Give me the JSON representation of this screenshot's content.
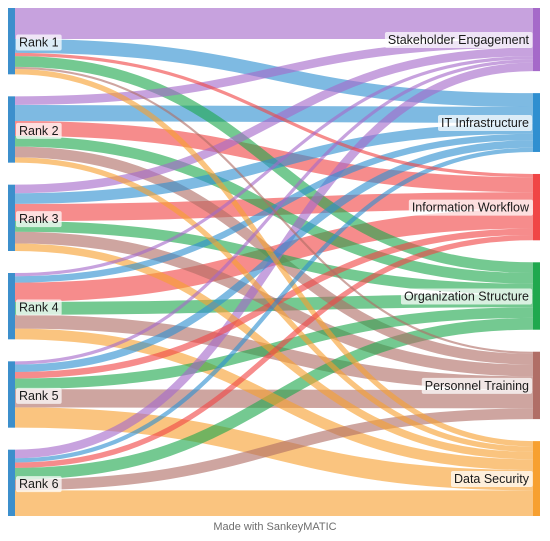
{
  "credit": "Made with SankeyMATIC",
  "chart_data": {
    "type": "sankey",
    "sources": [
      {
        "id": "r1",
        "label": "Rank 1"
      },
      {
        "id": "r2",
        "label": "Rank 2"
      },
      {
        "id": "r3",
        "label": "Rank 3"
      },
      {
        "id": "r4",
        "label": "Rank 4"
      },
      {
        "id": "r5",
        "label": "Rank 5"
      },
      {
        "id": "r6",
        "label": "Rank 6"
      }
    ],
    "targets": [
      {
        "id": "se",
        "label": "Stakeholder Engagement",
        "color": "#a569c9"
      },
      {
        "id": "it",
        "label": "IT Infrastructure",
        "color": "#2f8fd0"
      },
      {
        "id": "iw",
        "label": "Information Workflow",
        "color": "#f04545"
      },
      {
        "id": "os",
        "label": "Organization Structure",
        "color": "#1fa84e"
      },
      {
        "id": "pt",
        "label": "Personnel Training",
        "color": "#b06e66"
      },
      {
        "id": "ds",
        "label": "Data Security",
        "color": "#f7a030"
      }
    ],
    "source_node_color": "#3c8fcc",
    "flows": [
      {
        "from": "r1",
        "to": "se",
        "value": 29
      },
      {
        "from": "r1",
        "to": "it",
        "value": 13
      },
      {
        "from": "r1",
        "to": "iw",
        "value": 3
      },
      {
        "from": "r1",
        "to": "os",
        "value": 10
      },
      {
        "from": "r1",
        "to": "pt",
        "value": 2
      },
      {
        "from": "r1",
        "to": "ds",
        "value": 5
      },
      {
        "from": "r2",
        "to": "se",
        "value": 8
      },
      {
        "from": "r2",
        "to": "it",
        "value": 15
      },
      {
        "from": "r2",
        "to": "iw",
        "value": 14
      },
      {
        "from": "r2",
        "to": "os",
        "value": 10
      },
      {
        "from": "r2",
        "to": "pt",
        "value": 10
      },
      {
        "from": "r2",
        "to": "ds",
        "value": 5
      },
      {
        "from": "r3",
        "to": "se",
        "value": 8
      },
      {
        "from": "r3",
        "to": "it",
        "value": 10
      },
      {
        "from": "r3",
        "to": "iw",
        "value": 16
      },
      {
        "from": "r3",
        "to": "os",
        "value": 10
      },
      {
        "from": "r3",
        "to": "pt",
        "value": 11
      },
      {
        "from": "r3",
        "to": "ds",
        "value": 7
      },
      {
        "from": "r4",
        "to": "se",
        "value": 3
      },
      {
        "from": "r4",
        "to": "it",
        "value": 6
      },
      {
        "from": "r4",
        "to": "iw",
        "value": 18
      },
      {
        "from": "r4",
        "to": "os",
        "value": 12
      },
      {
        "from": "r4",
        "to": "pt",
        "value": 13
      },
      {
        "from": "r4",
        "to": "ds",
        "value": 10
      },
      {
        "from": "r5",
        "to": "se",
        "value": 3
      },
      {
        "from": "r5",
        "to": "it",
        "value": 7
      },
      {
        "from": "r5",
        "to": "iw",
        "value": 6
      },
      {
        "from": "r5",
        "to": "os",
        "value": 10
      },
      {
        "from": "r5",
        "to": "pt",
        "value": 17
      },
      {
        "from": "r5",
        "to": "ds",
        "value": 19
      },
      {
        "from": "r6",
        "to": "se",
        "value": 8
      },
      {
        "from": "r6",
        "to": "it",
        "value": 4
      },
      {
        "from": "r6",
        "to": "iw",
        "value": 5
      },
      {
        "from": "r6",
        "to": "os",
        "value": 11
      },
      {
        "from": "r6",
        "to": "pt",
        "value": 10
      },
      {
        "from": "r6",
        "to": "ds",
        "value": 24
      }
    ]
  }
}
